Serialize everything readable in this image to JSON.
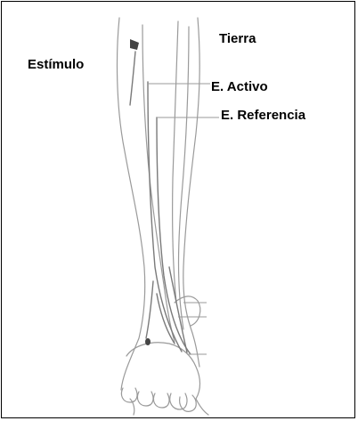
{
  "labels": {
    "estimulo": "Estímulo",
    "tierra": "Tierra",
    "activo": "E. Activo",
    "referencia": "E. Referencia"
  },
  "colors": {
    "frame": "#000000",
    "outline": "#9a9a9a",
    "nerve": "#7a7a7a",
    "electrode": "#444444",
    "text": "#000000"
  }
}
